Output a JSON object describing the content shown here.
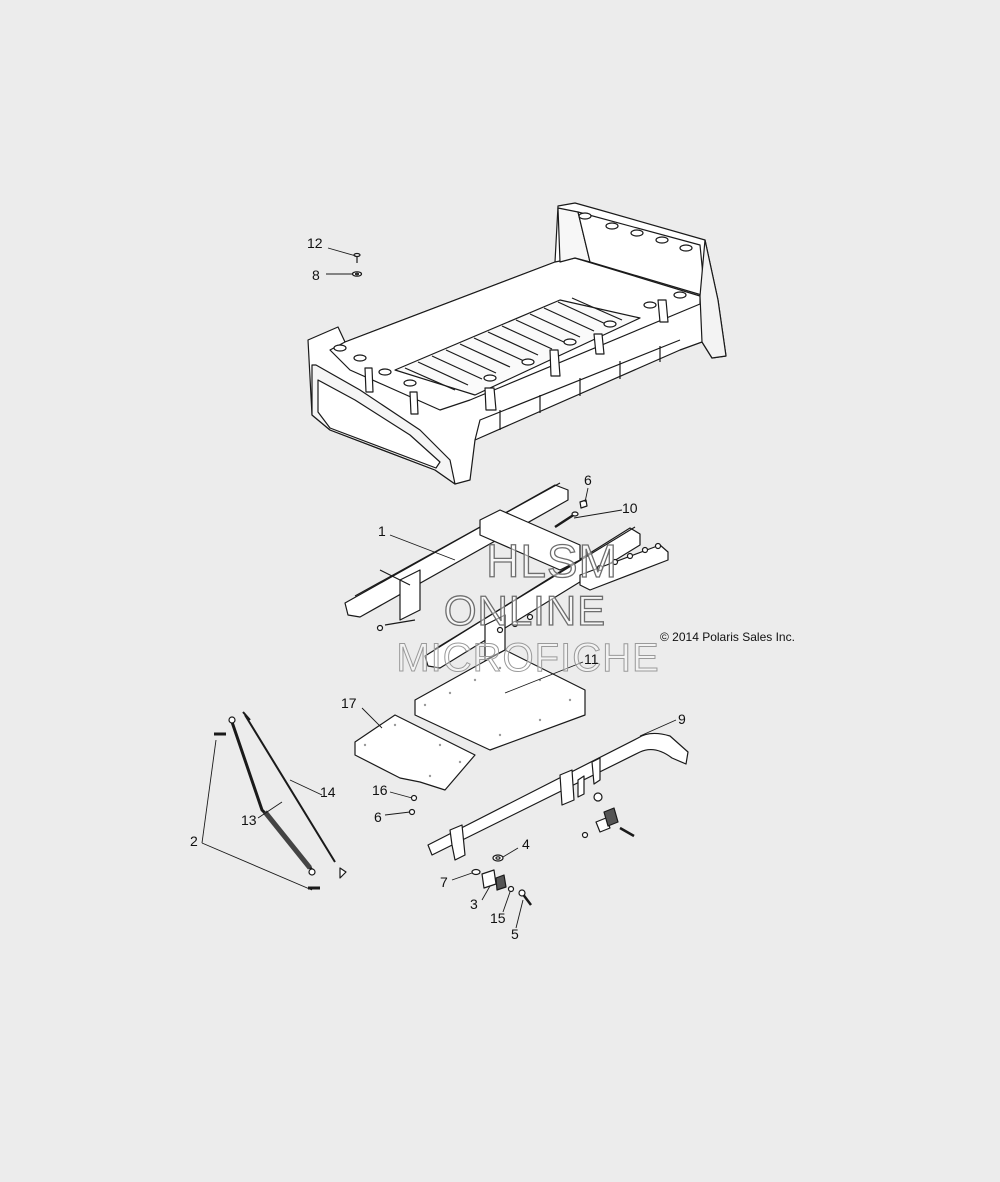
{
  "callouts": {
    "c12": "12",
    "c8": "8",
    "c6a": "6",
    "c10": "10",
    "c1": "1",
    "c11": "11",
    "c17": "17",
    "c9": "9",
    "c16": "16",
    "c6b": "6",
    "c14": "14",
    "c13": "13",
    "c2": "2",
    "c4": "4",
    "c7": "7",
    "c3": "3",
    "c15": "15",
    "c5": "5"
  },
  "copyright": "© 2014 Polaris Sales Inc.",
  "watermark": {
    "line1": "HLSM",
    "line2": "ONLINE",
    "line3": "MICROFICHE"
  },
  "colors": {
    "background": "#ececec",
    "line": "#1a1a1a",
    "fill": "#ffffff"
  }
}
